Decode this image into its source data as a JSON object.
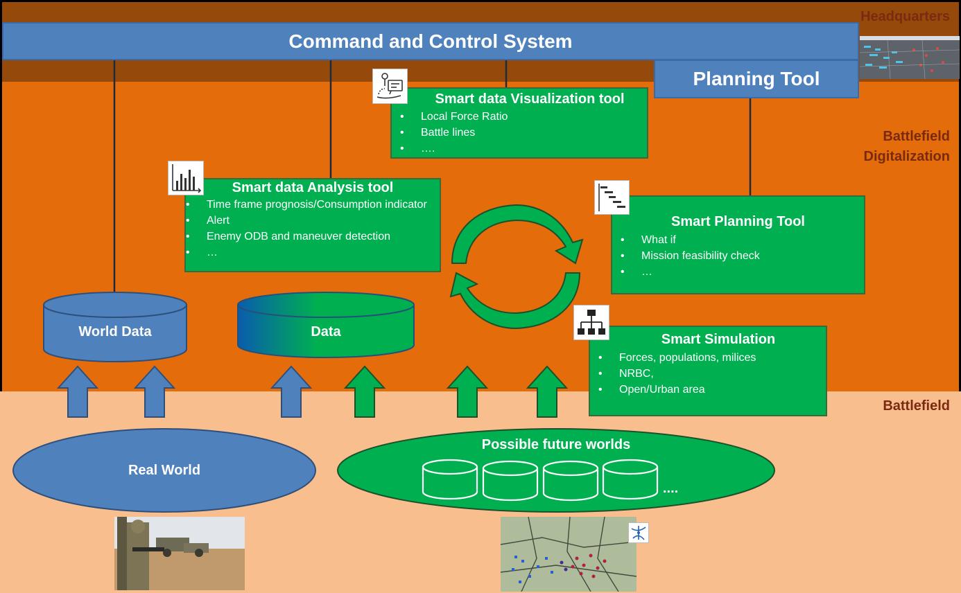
{
  "bands": {
    "headquarters": "Headquarters",
    "digitalization_line1": "Battlefield",
    "digitalization_line2": "Digitalization",
    "battlefield": "Battlefield"
  },
  "c2_system": "Command and Control System",
  "planning_tool": "Planning Tool",
  "visualization": {
    "title": "Smart data Visualization tool",
    "items": [
      "Local Force Ratio",
      "Battle lines",
      "…."
    ]
  },
  "analysis": {
    "title": "Smart data Analysis tool",
    "items": [
      "Time frame prognosis/Consumption indicator",
      "Alert",
      "Enemy ODB and maneuver detection",
      "…"
    ]
  },
  "smart_planning": {
    "title": "Smart Planning Tool",
    "items": [
      "What if",
      "Mission feasibility check",
      "…"
    ]
  },
  "simulation": {
    "title": "Smart Simulation",
    "items": [
      "Forces, populations, milices",
      "NRBC,",
      "Open/Urban area"
    ]
  },
  "world_data": "World Data",
  "data": "Data",
  "real_world": "Real World",
  "future_worlds": "Possible future worlds",
  "ellipsis": "....",
  "colors": {
    "hq_band": "#954a0c",
    "digitalization_band": "#e46c0a",
    "battlefield_band": "#f8be8e",
    "blue": "#4f81bd",
    "green": "#00b050",
    "label": "#7a2a10"
  },
  "icons": [
    "map-pin-screen-icon",
    "bar-chart-icon",
    "gantt-chart-icon",
    "org-chart-icon",
    "compass-star-icon"
  ]
}
